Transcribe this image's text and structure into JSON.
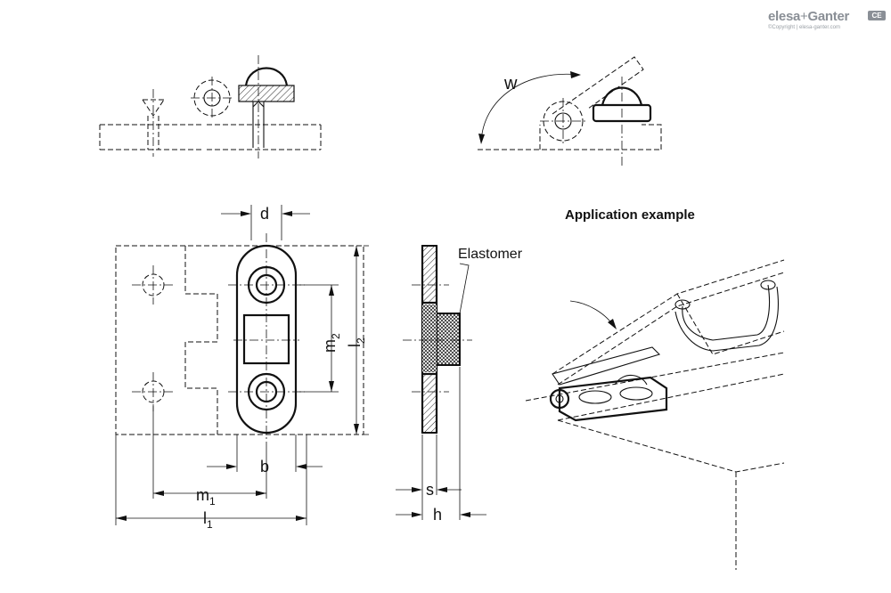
{
  "logo": {
    "brand_part1": "elesa",
    "plus": "+",
    "brand_part2": "Ganter",
    "copyright": "©Copyright | elesa-ganter.com",
    "badge": "CE"
  },
  "headings": {
    "application_example": "Application example"
  },
  "labels": {
    "angle": "w",
    "elastomer": "Elastomer",
    "d": "d",
    "b": "b",
    "m1_main": "m",
    "m1_sub": "1",
    "l1_main": "l",
    "l1_sub": "1",
    "m2_main": "m",
    "m2_sub": "2",
    "l2_main": "l",
    "l2_sub": "2",
    "s": "s",
    "h": "h"
  },
  "colors": {
    "line": "#111111",
    "logo_grey": "#8a8f96",
    "background": "#ffffff"
  }
}
